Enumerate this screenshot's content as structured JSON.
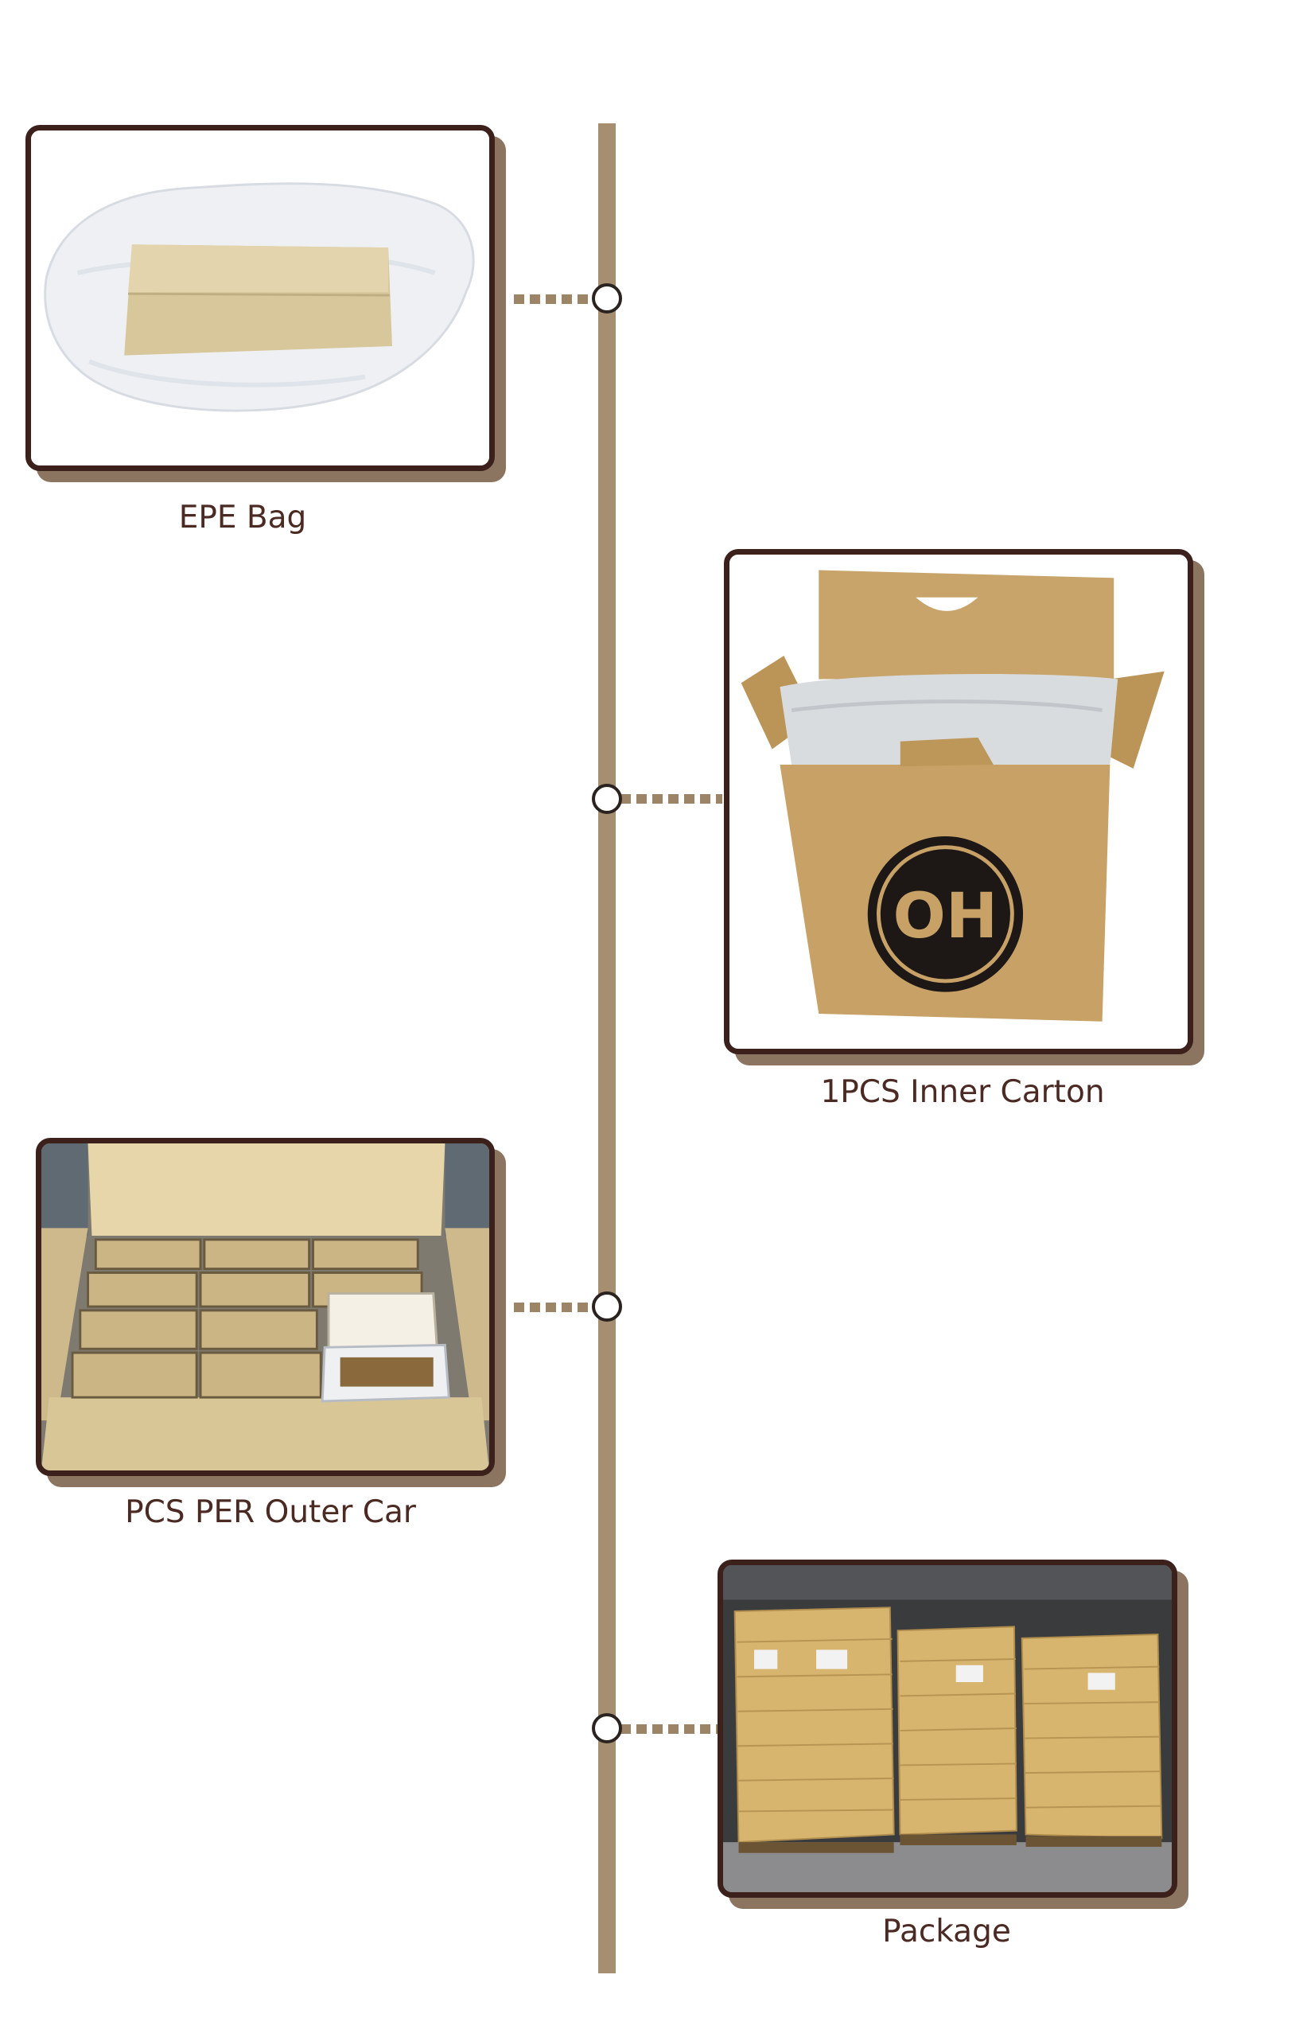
{
  "steps": [
    {
      "caption": "EPE Bag",
      "image": "epe-foam-bag-photo"
    },
    {
      "caption": "1PCS Inner Carton",
      "image": "inner-carton-photo",
      "logo_text": "OH"
    },
    {
      "caption": "PCS PER Outer Car",
      "image": "outer-carton-photo"
    },
    {
      "caption": "Package",
      "image": "pallets-photo"
    }
  ],
  "colors": {
    "timeline": "#a68f70",
    "frame_border": "#3b201b",
    "frame_shadow": "#8c7560",
    "caption": "#4a2a23",
    "node_fill": "#ffffff",
    "node_border": "#2b2320"
  }
}
